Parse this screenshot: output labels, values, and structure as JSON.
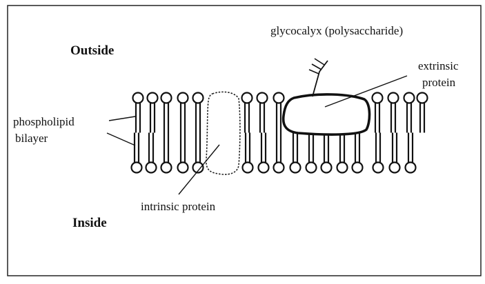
{
  "labels": {
    "outside": "Outside",
    "inside": "Inside",
    "glycocalyx": "glycocalyx (polysaccharide)",
    "extrinsic_line1": "extrinsic",
    "extrinsic_line2": "protein",
    "phospholipid_line1": "phospholipid",
    "phospholipid_line2": "bilayer",
    "intrinsic": "intrinsic protein"
  },
  "colors": {
    "stroke": "#111111",
    "background": "#ffffff"
  }
}
